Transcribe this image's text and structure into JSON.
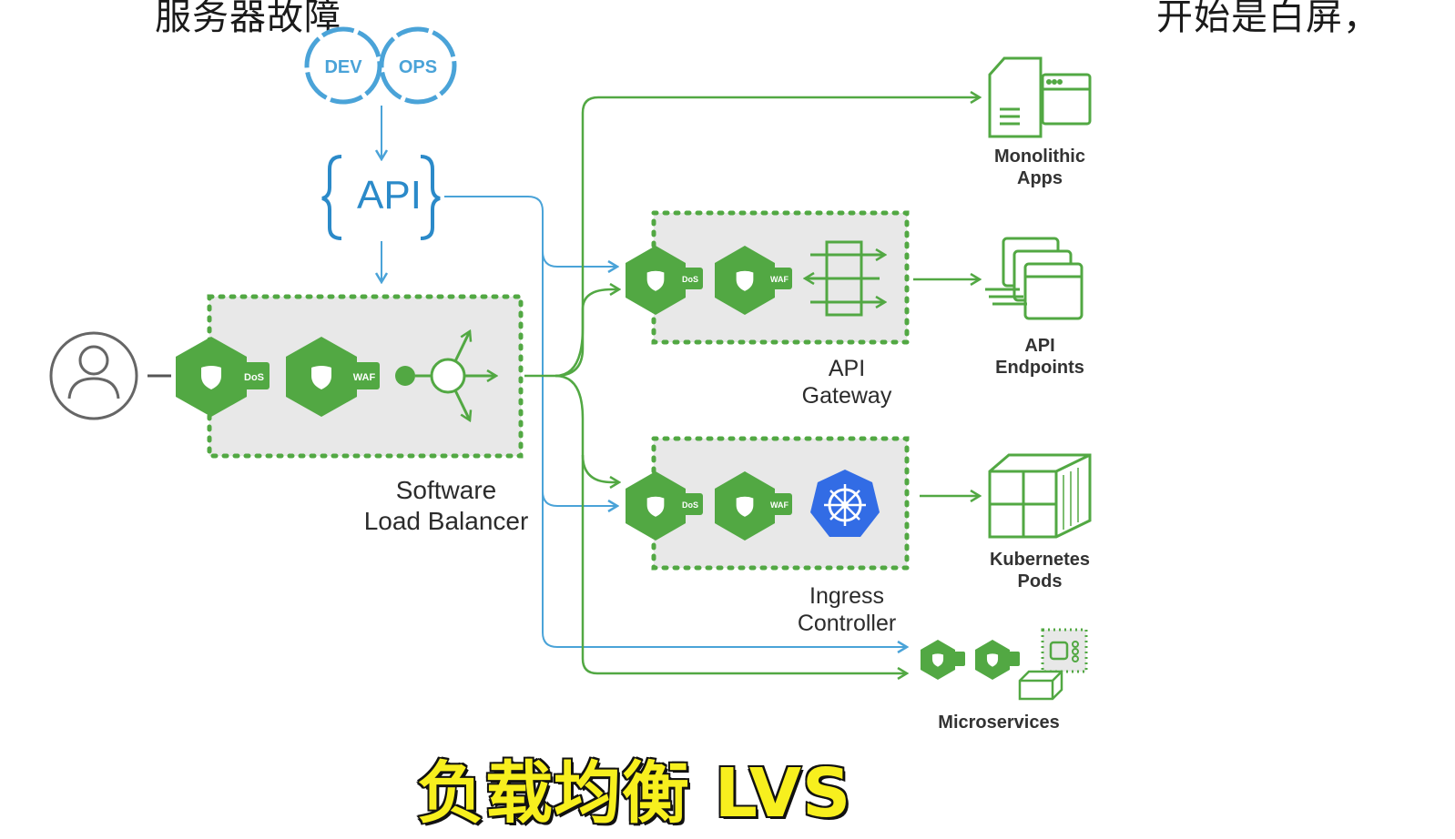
{
  "subtitle_top_left": "服务器故障",
  "subtitle_top_right": "开始是白屏，",
  "devops": {
    "dev": "DEV",
    "ops": "OPS"
  },
  "api_label": "API",
  "load_balancer": {
    "line1": "Software",
    "line2": "Load Balancer"
  },
  "api_gateway": {
    "line1": "API",
    "line2": "Gateway"
  },
  "ingress": {
    "line1": "Ingress",
    "line2": "Controller"
  },
  "targets": {
    "monolithic": {
      "line1": "Monolithic",
      "line2": "Apps"
    },
    "api_endpoints": {
      "line1": "API",
      "line2": "Endpoints"
    },
    "kubernetes": {
      "line1": "Kubernetes",
      "line2": "Pods"
    },
    "microservices": "Microservices"
  },
  "badges": {
    "dos": "DoS",
    "waf": "WAF"
  },
  "caption": "负载均衡 LVS",
  "colors": {
    "green": "#52a843",
    "blue": "#4aa3d8",
    "dark_blue": "#2b8ac9",
    "k8s_blue": "#326ce5",
    "gray_box": "#e8e8e8"
  }
}
